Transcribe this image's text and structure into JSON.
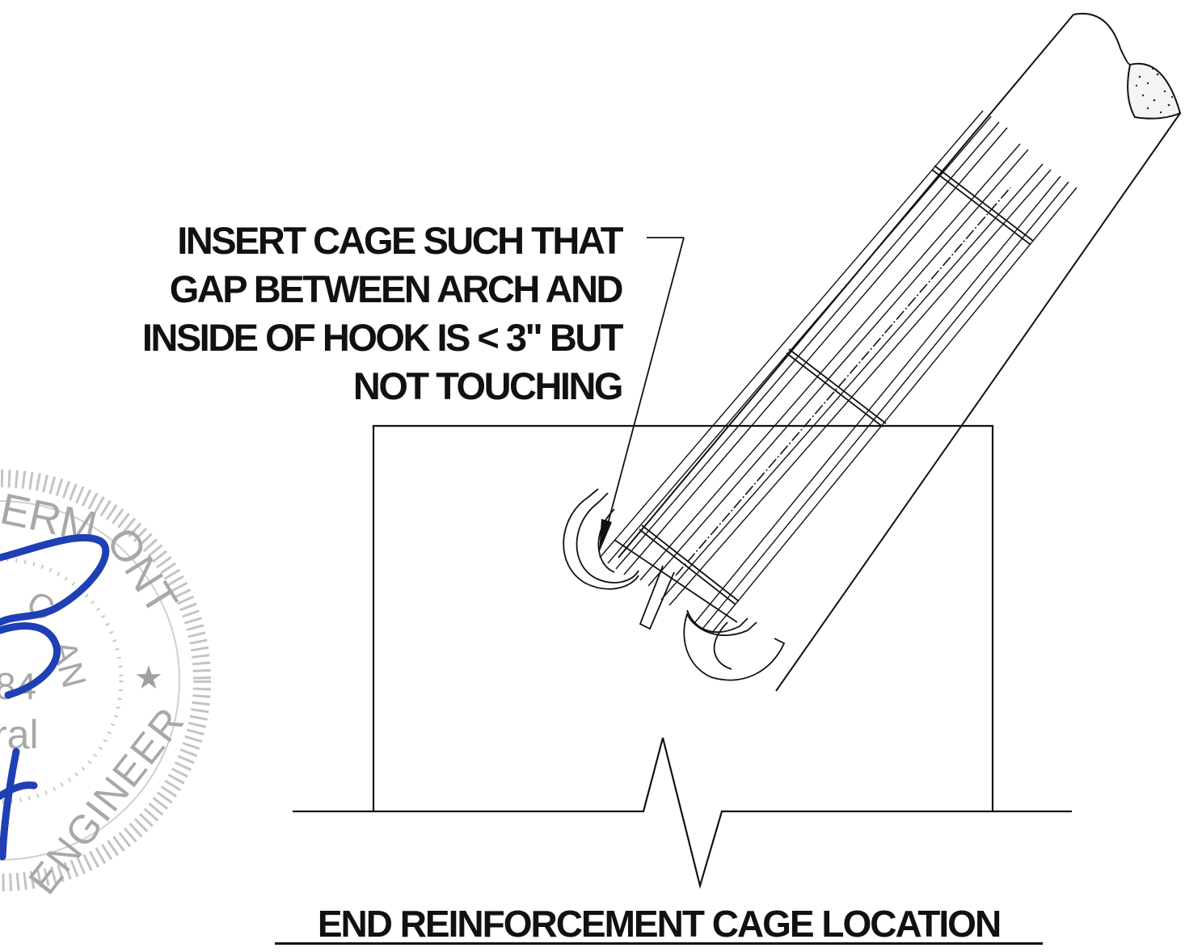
{
  "callout": {
    "lines": [
      "INSERT CAGE SUCH THAT",
      "GAP BETWEEN ARCH AND",
      "INSIDE OF HOOK IS < 3\" BUT",
      "NOT TOUCHING"
    ]
  },
  "title": "END REINFORCEMENT CAGE LOCATION",
  "seal": {
    "fragments": [
      "ERM",
      "ONT",
      "C",
      "AN",
      "84",
      "ral",
      "ENGINEER"
    ]
  },
  "colors": {
    "line": "#111111",
    "signature_ink": "#1f3fb5",
    "seal_gray": "#a8a8a8"
  }
}
